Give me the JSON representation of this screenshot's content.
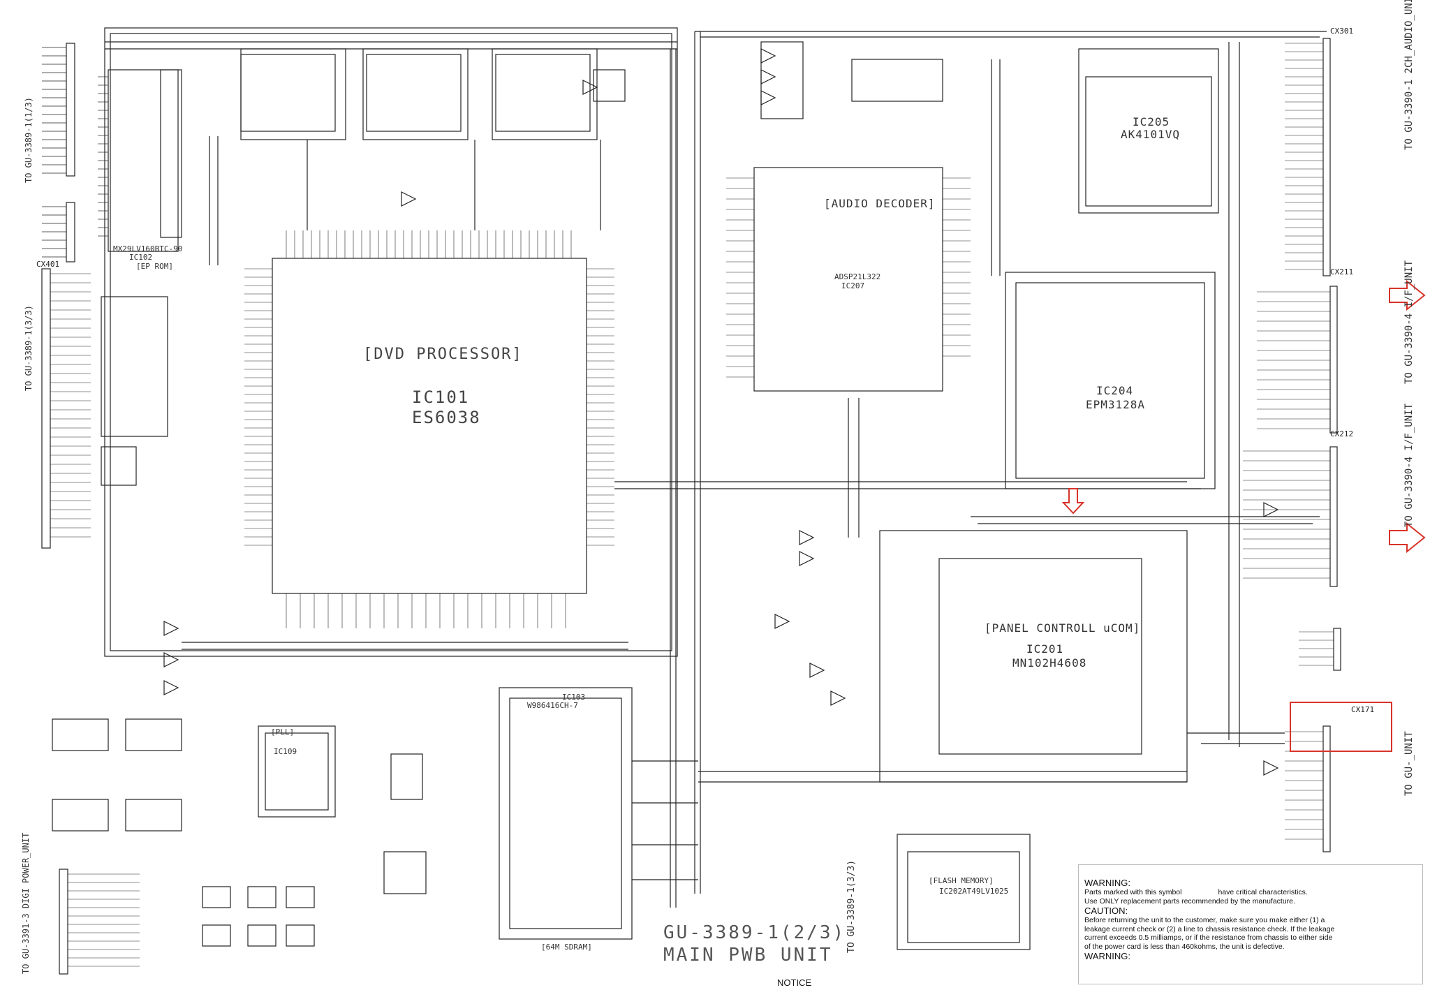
{
  "blocks": {
    "dvd_processor": "[DVD PROCESSOR]",
    "ic101": "IC101",
    "ic101_part": "ES6038",
    "audio_decoder": "[AUDIO DECODER]",
    "adsp": "ADSP21L322",
    "ic207": "IC207",
    "ic204": "IC204",
    "ic204_part": "EPM3128A",
    "ic205": "IC205",
    "ic205_part": "AK4101VQ",
    "panel_controll": "[PANEL CONTROLL uCOM]",
    "ic201": "IC201",
    "ic201_part": "MN102H4608",
    "ic202": "IC202",
    "flash_memory": "[FLASH MEMORY]",
    "ic202_part": "AT49LV1025",
    "ic103": "IC103",
    "ic103_part": "W986416CH-7",
    "sdram": "[64M SDRAM]",
    "pll": "[PLL]",
    "ic109": "IC109",
    "ep_rom": "[EP ROM]",
    "ic102": "IC102",
    "ic102_part": "MX29LV160BTC-90"
  },
  "connectors": {
    "top_left": "TO GU-3389-1(1/3)",
    "mid_left": "TO GU-3389-1(3/3)",
    "power_unit": "TO GU-3391-3 DIGI POWER_UNIT",
    "bottom_mid": "TO GU-3389-1(3/3)",
    "right_top": "TO GU-3390-1 2CH_AUDIO_UNIT",
    "right_mid": "TO GU-3390-4 I/F_UNIT",
    "right_mid2": "TO GU-3390-4 I/F_UNIT",
    "right_bottom": "TO GU-_UNIT",
    "cx301": "CX301",
    "cx211": "CX211",
    "cx212": "CX212",
    "cx171": "CX171",
    "cx401": "CX401"
  },
  "title": {
    "line1": "GU-3389-1(2/3)",
    "line2": "MAIN PWB UNIT"
  },
  "warning": {
    "heading1": "WARNING:",
    "text1a": "Parts marked with this symbol",
    "text1b": "have critical characteristics.",
    "text2": "Use ONLY replacement parts recommended by the manufacture.",
    "heading2": "CAUTION:",
    "text3": "Before returning the unit to the customer, make sure you make either (1) a",
    "text4": "leakage current check or (2) a line to chassis resistance check. If the leakage",
    "text5": "current exceeds 0.5 milliamps, or if the resistance from chassis to either side",
    "text6": "of the power card is less than 460kohms, the unit is defective.",
    "heading3": "WARNING:"
  },
  "notice": "NOTICE",
  "colors": {
    "line": "#222222",
    "highlight": "#d8332a"
  }
}
